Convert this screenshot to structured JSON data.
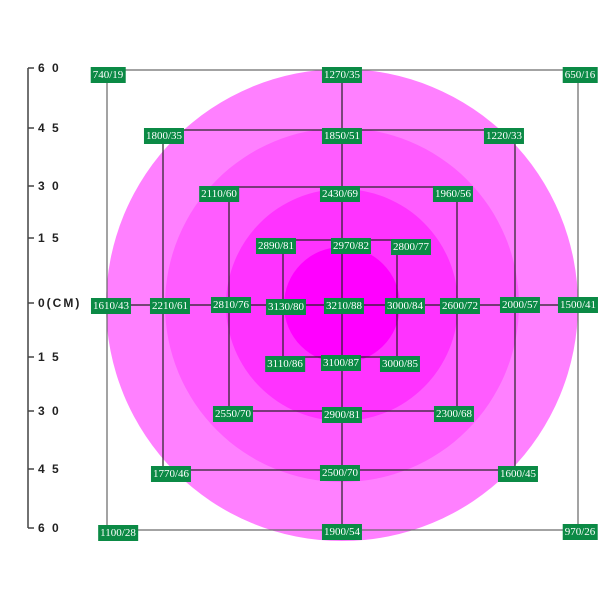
{
  "axis": {
    "ticks": [
      "6 0",
      "4 5",
      "3 0",
      "1 5",
      "0(CM)",
      "1 5",
      "3 0",
      "4 5",
      "6 0"
    ]
  },
  "colors": {
    "ring1": "#ff80ff",
    "ring2": "#ff5cff",
    "ring3": "#ff33ff",
    "ring4": "#ff00ff",
    "label_bg": "#0b8a45",
    "grid_line": "#222222"
  },
  "points": [
    "740/19",
    "1270/35",
    "650/16",
    "1800/35",
    "1850/51",
    "1220/33",
    "2110/60",
    "2430/69",
    "1960/56",
    "2890/81",
    "2970/82",
    "2800/77",
    "1610/43",
    "2210/61",
    "2810/76",
    "3130/80",
    "3210/88",
    "3000/84",
    "2600/72",
    "2000/57",
    "1500/41",
    "3110/86",
    "3100/87",
    "3000/85",
    "2550/70",
    "2900/81",
    "2300/68",
    "1770/46",
    "2500/70",
    "1600/45",
    "1100/28",
    "1900/54",
    "970/26"
  ]
}
